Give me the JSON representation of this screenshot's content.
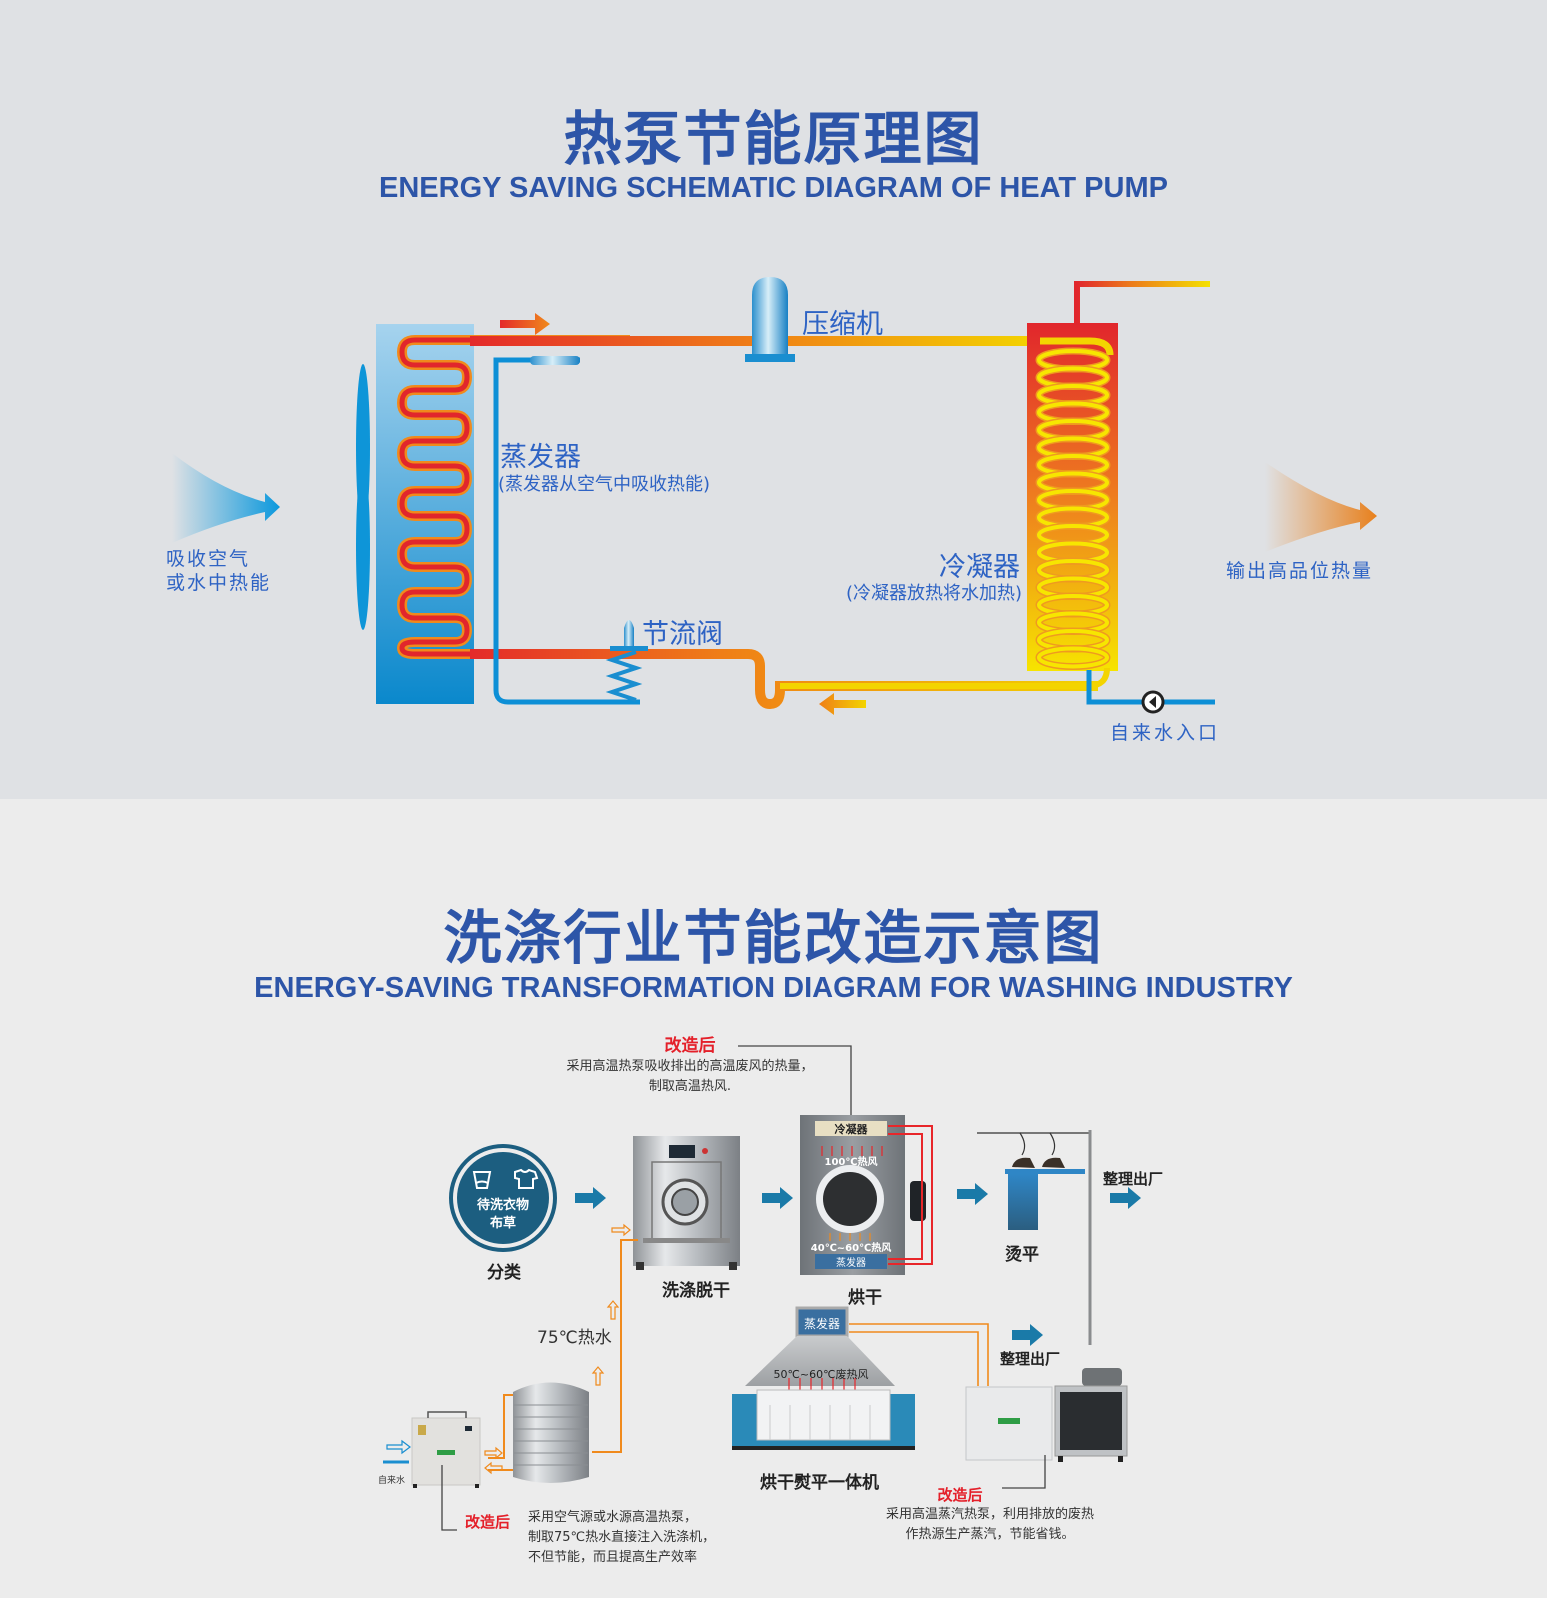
{
  "section1": {
    "title_cn": "热泵节能原理图",
    "title_en": "ENERGY SAVING SCHEMATIC DIAGRAM OF HEAT PUMP",
    "labels": {
      "air_in_line1": "吸收空气",
      "air_in_line2": "或水中热能",
      "evaporator": "蒸发器",
      "evaporator_note": "(蒸发器从空气中吸收热能)",
      "compressor": "压缩机",
      "throttle_valve": "节流阀",
      "condenser": "冷凝器",
      "condenser_note": "(冷凝器放热将水加热)",
      "heat_out": "输出高品位热量",
      "water_inlet": "自来水入口"
    },
    "icons": [
      "fan-blade-icon",
      "flow-arrow-right-icon",
      "flow-arrow-left-icon",
      "check-valve-icon",
      "air-intake-cone-icon",
      "heat-output-cone-icon"
    ],
    "colors": {
      "title": "#2d55a8",
      "label": "#2e63c4",
      "cold_pipe": "#0d8fd6",
      "hot_pipe_start": "#e42a2a",
      "hot_pipe_end": "#f3d400"
    }
  },
  "section2": {
    "title_cn": "洗涤行业节能改造示意图",
    "title_en": "ENERGY-SAVING TRANSFORMATION DIAGRAM FOR WASHING INDUSTRY",
    "steps": {
      "sort": {
        "badge_line1": "待洗衣物",
        "badge_line2": "布草",
        "label": "分类"
      },
      "wash": {
        "label": "洗涤脱干"
      },
      "dry": {
        "label": "烘干",
        "condenser": "冷凝器",
        "hot_air": "100℃热风",
        "warm_air": "40℃~60℃热风",
        "evaporator": "蒸发器"
      },
      "iron": {
        "label": "烫平"
      },
      "finish1": {
        "label": "整理出厂"
      },
      "ironer": {
        "label": "烘干熨平一体机",
        "evaporator": "蒸发器",
        "waste_air": "50℃~60℃废热风"
      },
      "finish2": {
        "label": "整理出厂"
      }
    },
    "hot_water_label": "75℃热水",
    "tap_water_label": "自来水",
    "notes": [
      {
        "tag": "改造后",
        "lines": [
          "采用高温热泵吸收排出的高温废风的热量，",
          "制取高温热风."
        ]
      },
      {
        "tag": "改造后",
        "lines": [
          "采用空气源或水源高温热泵，",
          "制取75℃热水直接注入洗涤机，",
          "不但节能，而且提高生产效率"
        ]
      },
      {
        "tag": "改造后",
        "lines": [
          "采用高温蒸汽热泵，利用排放的废热",
          "作热源生产蒸汽，节能省钱。"
        ]
      }
    ],
    "colors": {
      "flow_arrow": "#1a7aa8",
      "tag": "#e4202a",
      "badge": "#1c5e80",
      "hot_pipe": "#f08a1c",
      "heat_loop": "#e8262a"
    }
  }
}
